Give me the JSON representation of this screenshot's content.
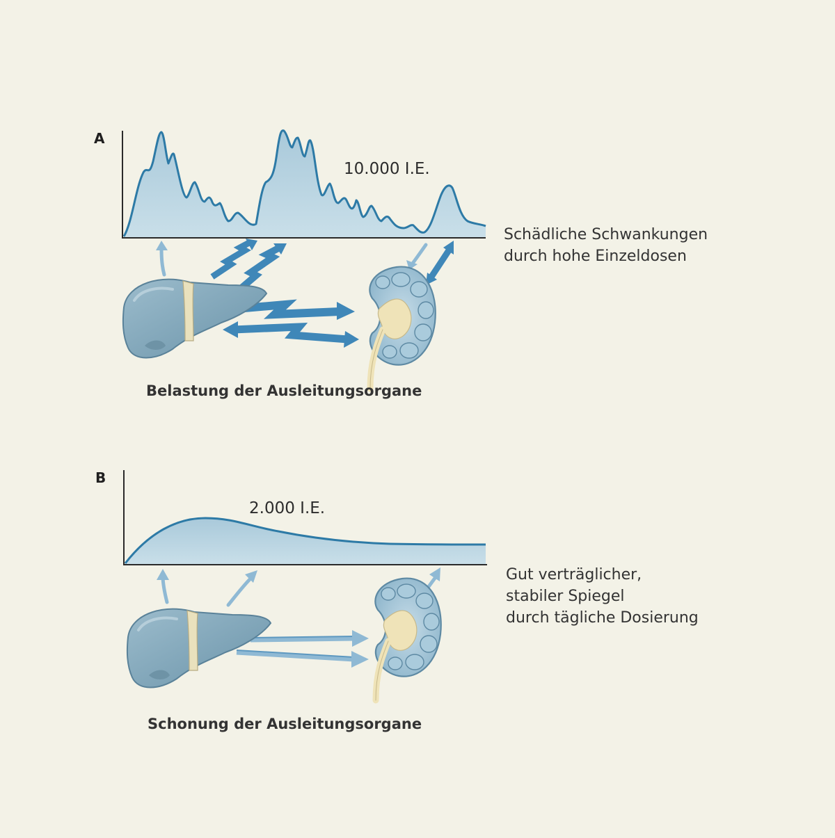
{
  "panel_a": {
    "letter": "A",
    "dose_label": "10.000 I.E.",
    "description_lines": [
      "Schädliche Schwankungen",
      "durch hohe Einzeldosen"
    ],
    "caption": "Belastung der Ausleitungsorgane"
  },
  "panel_b": {
    "letter": "B",
    "dose_label": "2.000 I.E.",
    "description_lines": [
      "Gut verträglicher,",
      "stabiler Spiegel",
      "durch tägliche Dosierung"
    ],
    "caption": "Schonung der Ausleitungsorgane"
  },
  "icons": [
    "liver-icon",
    "kidney-icon",
    "arrow-icon",
    "zigzag-arrow-icon",
    "double-arrow-icon"
  ],
  "colors": {
    "background": "#f3f2e7",
    "curve_line": "#2d7aa6",
    "curve_fill": "#b7d3e1",
    "arrow": "#3f87b8",
    "arrow_light": "#8fb9d4",
    "liver": "#7ea4b8",
    "kidney": "#9fc2d6",
    "kidney_core": "#efe3b8"
  }
}
